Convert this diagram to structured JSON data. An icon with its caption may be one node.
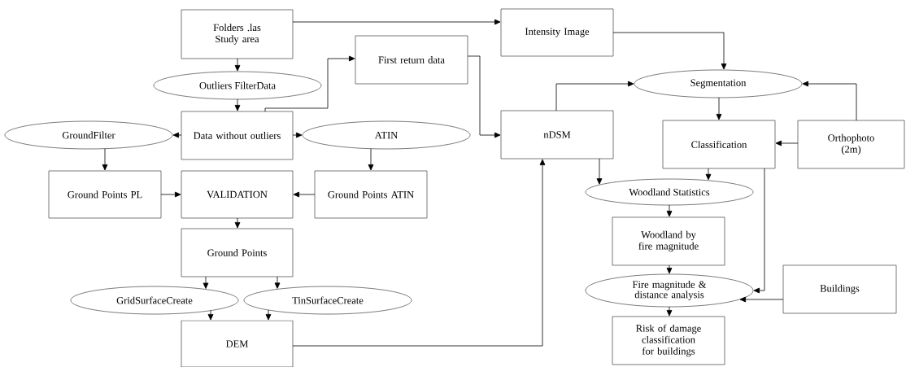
{
  "diagram": {
    "nodes": [
      {
        "text": [
          "Folders .las Study area"
        ]
      },
      {
        "text": [
          "Intensity Image"
        ]
      },
      {
        "text": [
          "Outliers  FilterData"
        ]
      },
      {
        "text": [
          "First return data"
        ]
      },
      {
        "text": [
          "Data without outliers"
        ]
      },
      {
        "text": [
          "GroundFilter"
        ]
      },
      {
        "text": [
          "ATIN"
        ]
      },
      {
        "text": [
          "nDSM"
        ]
      },
      {
        "text": [
          "Segmentation"
        ]
      },
      {
        "text": [
          "Classification"
        ]
      },
      {
        "text": [
          "Orthophoto (2m)"
        ]
      },
      {
        "text": [
          "Ground Points PL"
        ]
      },
      {
        "text": [
          "VALIDATION"
        ]
      },
      {
        "text": [
          "Ground Points ATIN"
        ]
      },
      {
        "text": [
          "Woodland Statistics"
        ]
      },
      {
        "text": [
          "Ground Points"
        ]
      },
      {
        "text": [
          "Woodland by fire magnitude"
        ]
      },
      {
        "text": [
          "Fire magnitude & distance analysis"
        ]
      },
      {
        "text": [
          "Buildings"
        ]
      },
      {
        "text": [
          "GridSurfaceCreate"
        ]
      },
      {
        "text": [
          "TinSurfaceCreate"
        ]
      },
      {
        "text": [
          "Risk of damage classification for buildings"
        ]
      },
      {
        "text": [
          "DEM"
        ]
      }
    ],
    "edges": [
      {
        "from": 0,
        "to": 2,
        "arrow": "to"
      },
      {
        "from": 0,
        "to": 1,
        "arrow": "to"
      },
      {
        "from": 2,
        "to": 4,
        "arrow": "to"
      },
      {
        "from": 4,
        "to": 3,
        "arrow": "to"
      },
      {
        "from": 4,
        "to": 5,
        "arrow": "to"
      },
      {
        "from": 4,
        "to": 6,
        "arrow": "to"
      },
      {
        "from": 3,
        "to": 7,
        "arrow": "to"
      },
      {
        "from": 1,
        "to": 8,
        "arrow": "to"
      },
      {
        "from": 7,
        "to": 8,
        "arrow": "to"
      },
      {
        "from": 10,
        "to": 8,
        "arrow": "to"
      },
      {
        "from": 8,
        "to": 9,
        "arrow": "to"
      },
      {
        "from": 10,
        "to": 9,
        "arrow": "to"
      },
      {
        "from": 5,
        "to": 11,
        "arrow": "to"
      },
      {
        "from": 6,
        "to": 13,
        "arrow": "to"
      },
      {
        "from": 11,
        "to": 12,
        "arrow": "to"
      },
      {
        "from": 13,
        "to": 12,
        "arrow": "to"
      },
      {
        "from": 7,
        "to": 14,
        "arrow": "to"
      },
      {
        "from": 9,
        "to": 14,
        "arrow": "to"
      },
      {
        "from": 9,
        "to": 17,
        "arrow": "to"
      },
      {
        "from": 12,
        "to": 15,
        "arrow": "to"
      },
      {
        "from": 14,
        "to": 16,
        "arrow": "to"
      },
      {
        "from": 16,
        "to": 17,
        "arrow": "to"
      },
      {
        "from": 18,
        "to": 17,
        "arrow": "to"
      },
      {
        "from": 15,
        "to": 19,
        "arrow": "to"
      },
      {
        "from": 15,
        "to": 20,
        "arrow": "to"
      },
      {
        "from": 19,
        "to": 22,
        "arrow": "to"
      },
      {
        "from": 20,
        "to": 22,
        "arrow": "to"
      },
      {
        "from": 22,
        "to": 7,
        "arrow": "to"
      },
      {
        "from": 17,
        "to": 21,
        "arrow": "to"
      }
    ]
  }
}
